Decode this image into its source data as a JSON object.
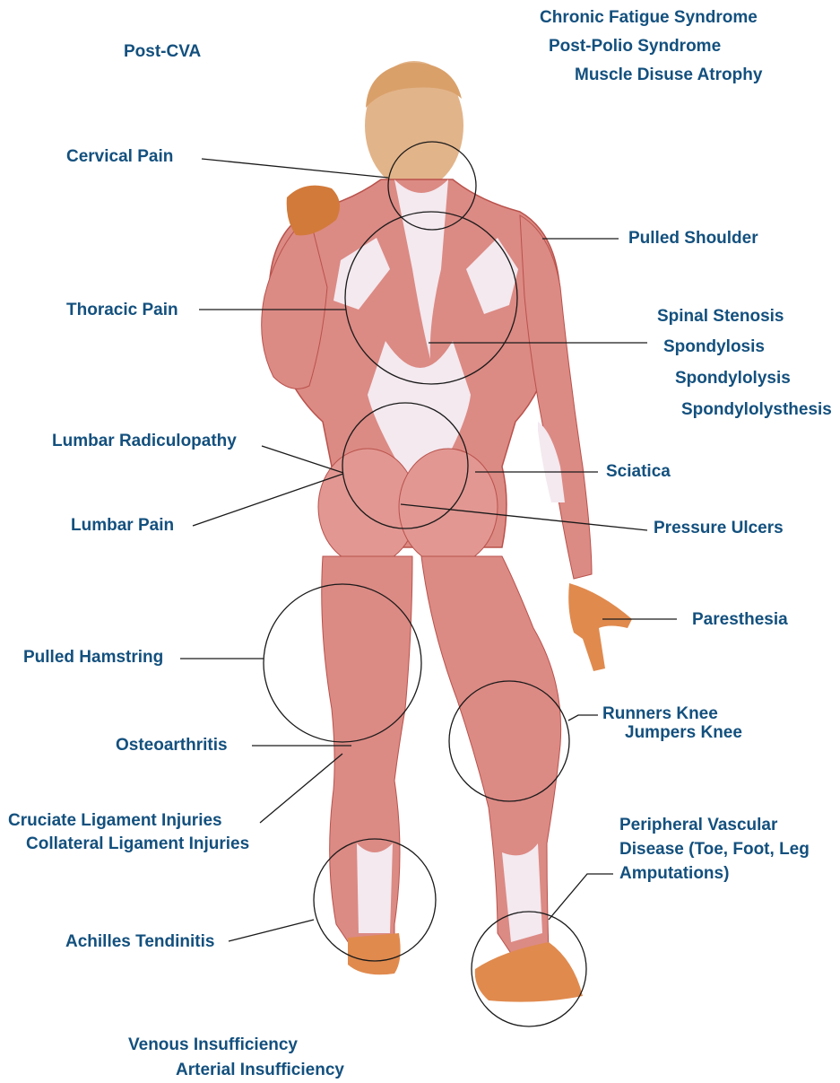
{
  "colors": {
    "label": "#13507e",
    "muscle": "#dc8a84",
    "muscle_dark": "#b9524c",
    "tendon": "#f3e9ef",
    "skin": "#e08a4e",
    "hair": "#e0b27e",
    "leader": "#1a1a1a"
  },
  "labels": {
    "post_cva": "Post-CVA",
    "chronic_fatigue": "Chronic Fatigue Syndrome",
    "post_polio": "Post-Polio Syndrome",
    "muscle_disuse": "Muscle Disuse Atrophy",
    "cervical_pain": "Cervical Pain",
    "pulled_shoulder": "Pulled Shoulder",
    "thoracic_pain": "Thoracic Pain",
    "spinal_stenosis": "Spinal Stenosis",
    "spondylosis": "Spondylosis",
    "spondylolysis": "Spondylolysis",
    "spondylolysthesis": "Spondylolysthesis",
    "lumbar_radiculopathy": "Lumbar Radiculopathy",
    "sciatica": "Sciatica",
    "lumbar_pain": "Lumbar Pain",
    "pressure_ulcers": "Pressure Ulcers",
    "paresthesia": "Paresthesia",
    "pulled_hamstring": "Pulled Hamstring",
    "runners_knee": "Runners Knee",
    "jumpers_knee": "Jumpers Knee",
    "osteoarthritis": "Osteoarthritis",
    "cruciate": "Cruciate Ligament Injuries",
    "collateral": "Collateral Ligament Injuries",
    "peripheral_vascular": "Peripheral Vascular Disease (Toe, Foot, Leg Amputations)",
    "achilles": "Achilles Tendinitis",
    "venous": "Venous Insufficiency",
    "arterial": "Arterial Insufficiency"
  }
}
